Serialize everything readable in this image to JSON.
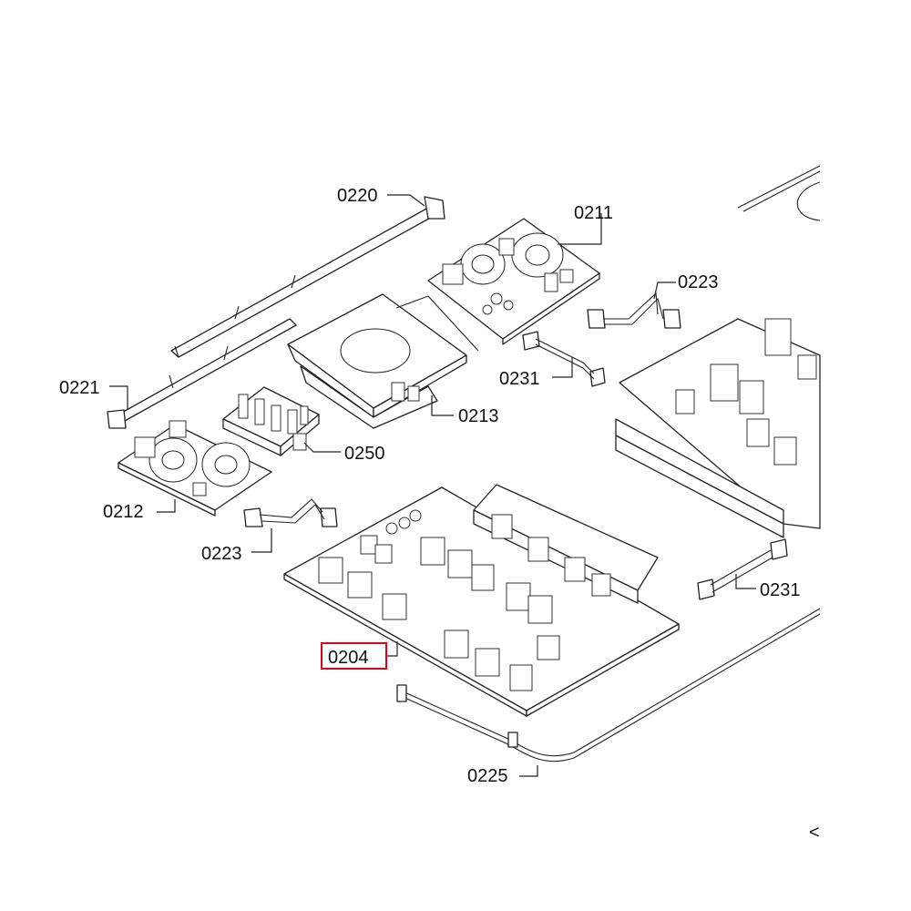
{
  "diagram": {
    "parts": [
      {
        "id": "0220",
        "label": "0220"
      },
      {
        "id": "0211",
        "label": "0211"
      },
      {
        "id": "0223a",
        "label": "0223"
      },
      {
        "id": "0221",
        "label": "0221"
      },
      {
        "id": "0231a",
        "label": "0231"
      },
      {
        "id": "0213",
        "label": "0213"
      },
      {
        "id": "0250",
        "label": "0250"
      },
      {
        "id": "0212",
        "label": "0212"
      },
      {
        "id": "0223b",
        "label": "0223"
      },
      {
        "id": "0231b",
        "label": "0231"
      },
      {
        "id": "0204",
        "label": "0204",
        "highlighted": true
      },
      {
        "id": "0225",
        "label": "0225"
      }
    ],
    "edge_mark": "<",
    "highlight_color": "#e0001b"
  }
}
